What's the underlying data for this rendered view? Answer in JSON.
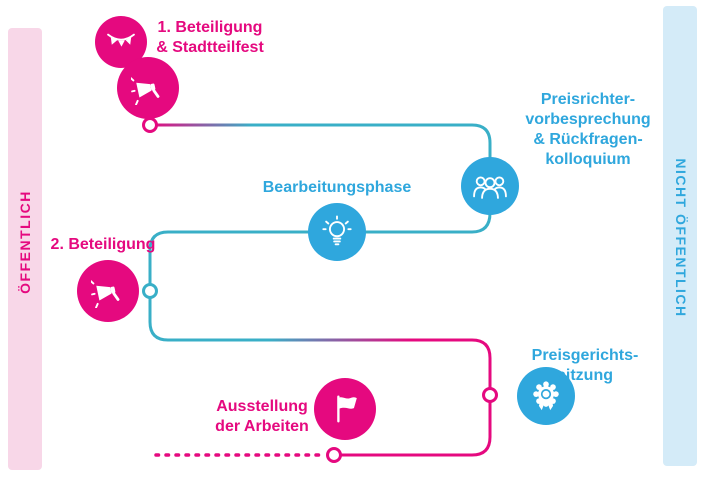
{
  "palette": {
    "pink": "#e5097f",
    "blue": "#2fa7dd",
    "line_teal": "#39afc7",
    "pink_light": "#f8d7e8",
    "blue_light": "#d4ebf8"
  },
  "bands": {
    "left": {
      "label": "ÖFFENTLICH"
    },
    "right": {
      "label": "NICHT ÖFFENTLICH"
    }
  },
  "stations": {
    "beteiligung1": {
      "lines": [
        "1. Beteiligung",
        "& Stadtteilfest"
      ],
      "icons": [
        "bunting-icon",
        "megaphone-icon"
      ],
      "color": "#e5097f"
    },
    "vorbesprechung": {
      "lines": [
        "Preisrichter-",
        "vorbesprechung",
        "& Rückfragen-",
        "kolloquium"
      ],
      "icons": [
        "people-icon"
      ],
      "color": "#2fa7dd"
    },
    "bearbeitung": {
      "lines": [
        "Bearbeitungsphase"
      ],
      "icons": [
        "lightbulb-icon"
      ],
      "color": "#2fa7dd"
    },
    "beteiligung2": {
      "lines": [
        "2. Beteiligung"
      ],
      "icons": [
        "megaphone-icon"
      ],
      "color": "#e5097f"
    },
    "preisgericht": {
      "lines": [
        "Preisgerichts-",
        "sitzung"
      ],
      "icons": [
        "medal-icon"
      ],
      "color": "#2fa7dd"
    },
    "ausstellung": {
      "lines": [
        "Ausstellung",
        "der Arbeiten"
      ],
      "icons": [
        "flag-icon"
      ],
      "color": "#e5097f"
    }
  }
}
